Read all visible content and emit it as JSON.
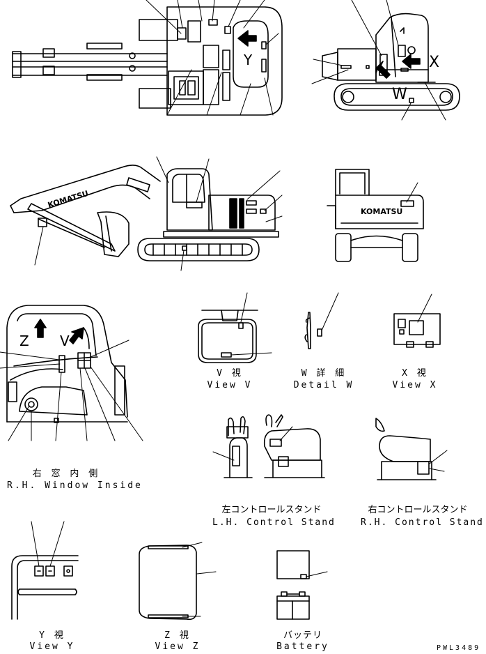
{
  "view_letters": {
    "top_y": "Y",
    "side_x": "X",
    "side_w": "W",
    "cab_z": "Z",
    "cab_v": "V"
  },
  "boom_brand": "KOMATSU",
  "rear_brand": "KOMATSU",
  "captions": {
    "view_v_jp": "V 視",
    "view_v_en": "View V",
    "detail_w_jp": "W 詳 細",
    "detail_w_en": "Detail W",
    "view_x_jp": "X 視",
    "view_x_en": "View X",
    "rh_window_jp": "右 窓 内 側",
    "rh_window_en": "R.H. Window Inside",
    "lh_stand_jp": "左コントロールスタンド",
    "lh_stand_en": "L.H. Control Stand",
    "rh_stand_jp": "右コントロールスタンド",
    "rh_stand_en": "R.H. Control Stand",
    "view_y_jp": "Y 視",
    "view_y_en": "View Y",
    "view_z_jp": "Z 視",
    "view_z_en": "View Z",
    "battery_jp": "バッテリ",
    "battery_en": "Battery"
  },
  "drawing_code": "PWL3489"
}
